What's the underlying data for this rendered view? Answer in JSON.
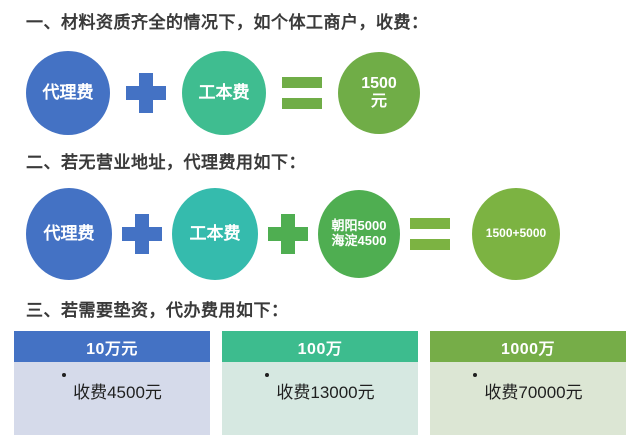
{
  "colors": {
    "blue": "#4472C4",
    "teal_row1": "#3FBD90",
    "teal_row2": "#35BBAD",
    "green_olive": "#70AD47",
    "green_mid": "#4FAE51",
    "green_light": "#7CB342",
    "cell_blue": "#D5DAEA",
    "cell_teal": "#D6E8E1",
    "cell_green": "#DCE6D4",
    "head_blue": "#4472C4",
    "head_teal": "#3DBC8E",
    "head_green": "#76AD48",
    "heading_text": "#3A3A3A"
  },
  "sections": [
    {
      "id": "section-1",
      "heading": "一、材料资质齐全的情况下，如个体工商户，收费："
    },
    {
      "id": "section-2",
      "heading": "二、若无营业地址，代理费用如下："
    },
    {
      "id": "section-3",
      "heading": "三、若需要垫资，代办费用如下："
    }
  ],
  "row1": {
    "items": [
      {
        "kind": "circle",
        "lines": [
          "代理费"
        ],
        "color": "#4472C4"
      },
      {
        "kind": "plus",
        "symbol": "plus-icon",
        "color": "#4472C4"
      },
      {
        "kind": "circle",
        "lines": [
          "工本费"
        ],
        "color": "#3FBD90"
      },
      {
        "kind": "equals",
        "symbol": "equals-icon",
        "color": "#70AD47"
      },
      {
        "kind": "circle",
        "lines": [
          "1500",
          "元"
        ],
        "color": "#70AD47"
      }
    ]
  },
  "row2": {
    "items": [
      {
        "kind": "circle",
        "lines": [
          "代理费"
        ],
        "color": "#4472C4"
      },
      {
        "kind": "plus",
        "symbol": "plus-icon",
        "color": "#4472C4"
      },
      {
        "kind": "circle",
        "lines": [
          "工本费"
        ],
        "color": "#35BBAD"
      },
      {
        "kind": "plus",
        "symbol": "plus-icon",
        "color": "#4FAE51"
      },
      {
        "kind": "circle",
        "lines": [
          "朝阳5000",
          "海淀4500"
        ],
        "color": "#4FAE51"
      },
      {
        "kind": "equals",
        "symbol": "equals-icon",
        "color": "#7CB342"
      },
      {
        "kind": "circle",
        "lines": [
          "1500+5000"
        ],
        "color": "#7CB342"
      }
    ]
  },
  "fee_table": {
    "headers": [
      "10万元",
      "100万",
      "1000万"
    ],
    "rows": [
      [
        "收费4500元",
        "收费13000元",
        "收费70000元"
      ]
    ]
  }
}
